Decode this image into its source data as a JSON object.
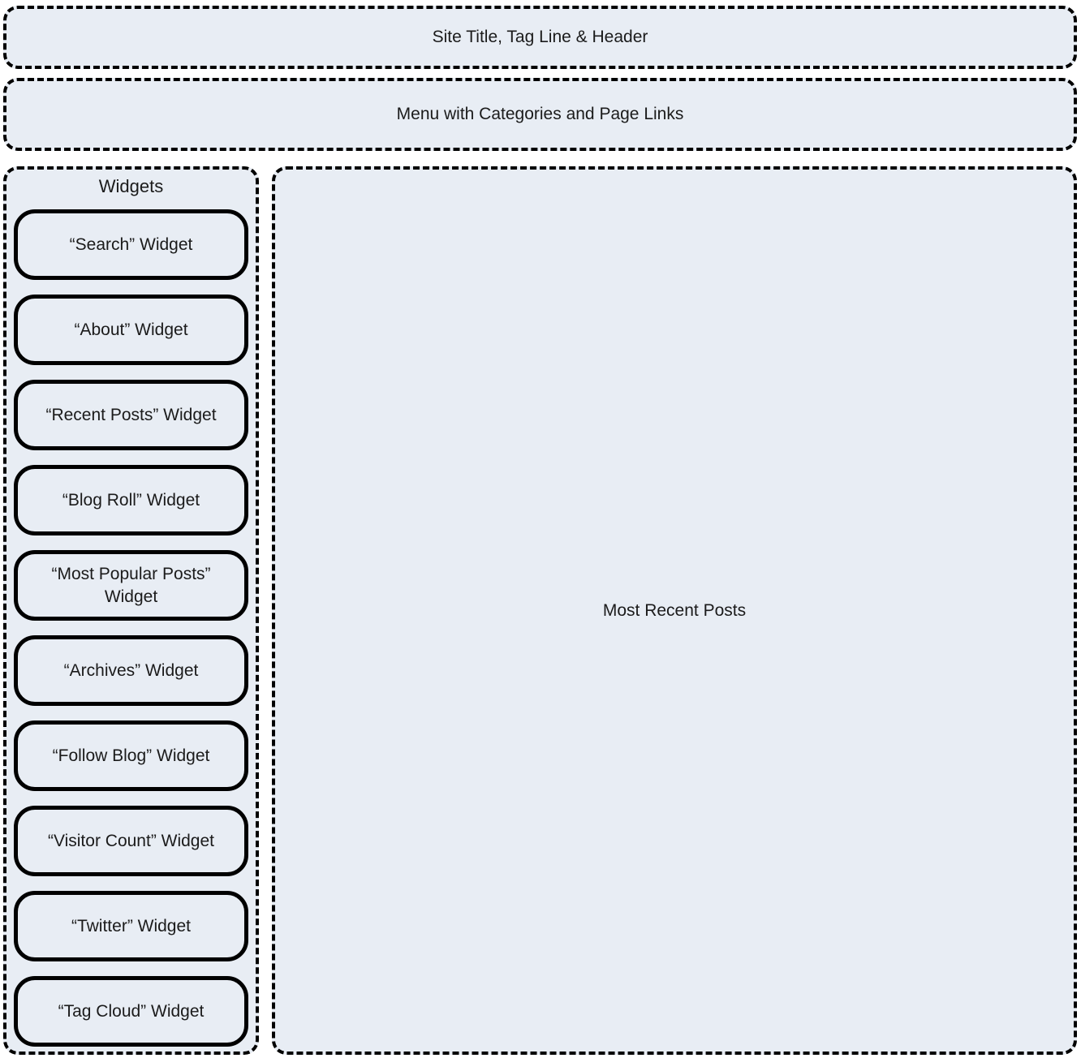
{
  "header": {
    "title": "Site Title, Tag Line & Header"
  },
  "menu": {
    "label": "Menu with Categories and Page Links"
  },
  "sidebar": {
    "title": "Widgets",
    "widgets": [
      {
        "label": "“Search” Widget"
      },
      {
        "label": "“About” Widget"
      },
      {
        "label": "“Recent Posts” Widget"
      },
      {
        "label": "“Blog Roll” Widget"
      },
      {
        "label": "“Most Popular Posts” Widget"
      },
      {
        "label": "“Archives” Widget"
      },
      {
        "label": "“Follow Blog” Widget"
      },
      {
        "label": "“Visitor Count” Widget"
      },
      {
        "label": "“Twitter” Widget"
      },
      {
        "label": "“Tag Cloud” Widget"
      }
    ]
  },
  "main": {
    "label": "Most Recent Posts"
  },
  "colors": {
    "box_fill": "#e8edf4",
    "border": "#000000",
    "text": "#1b1b1b",
    "page_background": "#ffffff"
  }
}
